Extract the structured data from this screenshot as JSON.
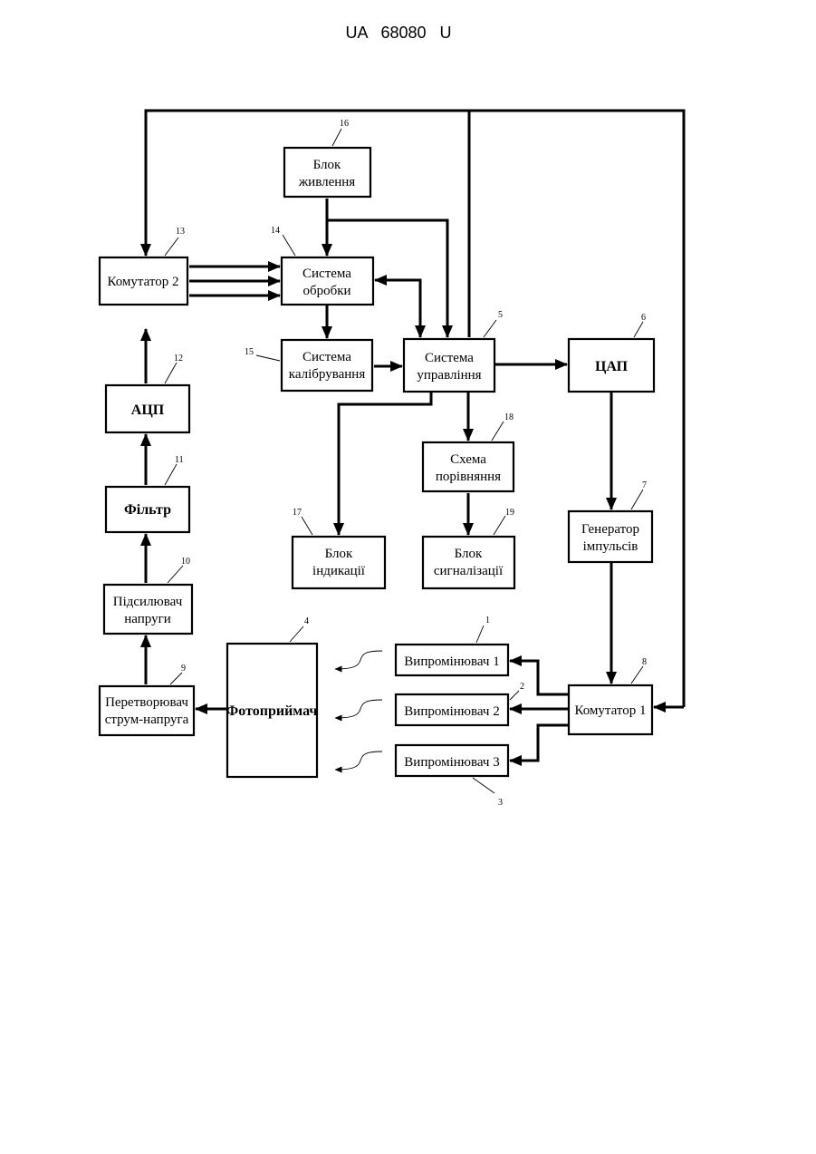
{
  "header": {
    "patent_number": "UA   68080   U"
  },
  "blocks": [
    {
      "id": "b1",
      "number": "1",
      "lines": [
        "Випромінювач 1"
      ]
    },
    {
      "id": "b2",
      "number": "2",
      "lines": [
        "Випромінювач 2"
      ]
    },
    {
      "id": "b3",
      "number": "3",
      "lines": [
        "Випромінювач 3"
      ]
    },
    {
      "id": "b4",
      "number": "4",
      "lines": [
        "Фотоприймач"
      ]
    },
    {
      "id": "b5",
      "number": "5",
      "lines": [
        "Система",
        "управління"
      ]
    },
    {
      "id": "b6",
      "number": "6",
      "lines": [
        "ЦАП"
      ]
    },
    {
      "id": "b7",
      "number": "7",
      "lines": [
        "Генератор",
        "імпульсів"
      ]
    },
    {
      "id": "b8",
      "number": "8",
      "lines": [
        "Комутатор 1"
      ]
    },
    {
      "id": "b9",
      "number": "9",
      "lines": [
        "Перетворювач",
        "струм-напруга"
      ]
    },
    {
      "id": "b10",
      "number": "10",
      "lines": [
        "Підсилювач",
        "напруги"
      ]
    },
    {
      "id": "b11",
      "number": "11",
      "lines": [
        "Фільтр"
      ]
    },
    {
      "id": "b12",
      "number": "12",
      "lines": [
        "АЦП"
      ]
    },
    {
      "id": "b13",
      "number": "13",
      "lines": [
        "Комутатор 2"
      ]
    },
    {
      "id": "b14",
      "number": "14",
      "lines": [
        "Система",
        "обробки"
      ]
    },
    {
      "id": "b15",
      "number": "15",
      "lines": [
        "Система",
        "калібрування"
      ]
    },
    {
      "id": "b16",
      "number": "16",
      "lines": [
        "Блок",
        "живлення"
      ]
    },
    {
      "id": "b17",
      "number": "17",
      "lines": [
        "Блок",
        "індикації"
      ]
    },
    {
      "id": "b18",
      "number": "18",
      "lines": [
        "Схема",
        "порівняння"
      ]
    },
    {
      "id": "b19",
      "number": "19",
      "lines": [
        "Блок",
        "сигналізації"
      ]
    }
  ]
}
